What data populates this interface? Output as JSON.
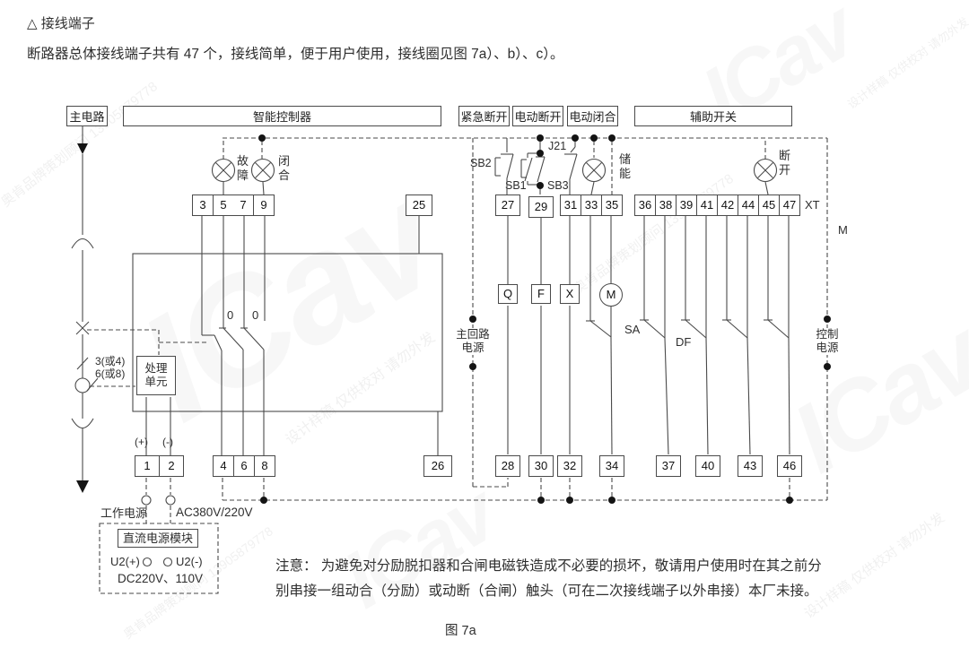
{
  "page": {
    "title": "△ 接线端子",
    "intro": "断路器总体接线端子共有 47 个，接线简单，便于用户使用，接线圈见图 7a）、b）、c）。",
    "note": "注意：  为避免对分励脱扣器和合闸电磁铁造成不必要的损坏，敬请用户使用时在其之前分\n别串接一组动合（分励）或动断（合闸）触头（可在二次接线端子以外串接）本厂未接。",
    "caption": "图 7a"
  },
  "headers": {
    "main_circuit": "主电路",
    "controller": "智能控制器",
    "emergency_open": "紧急断开",
    "electric_open": "电动断开",
    "electric_close": "电动闭合",
    "aux_switch": "辅助开关"
  },
  "labels": {
    "fault_lamp": "故\n障",
    "close_lamp": "闭\n合",
    "charge_lamp": "储\n能",
    "open_lamp": "断\n开",
    "sb2": "SB2",
    "sb1": "SB1",
    "sb3": "SB3",
    "j21": "J21",
    "q": "Q",
    "f": "F",
    "x": "X",
    "m": "M",
    "m_right": "M",
    "sa": "SA",
    "df": "DF",
    "zero1": "0",
    "zero2": "0",
    "main_loop_power": "主回路\n电源",
    "control_power": "控制\n电源",
    "processing_unit": "处理\n单元",
    "pole_count": "3(或4)\n6(或8)",
    "plus": "(+)",
    "minus": "(-)",
    "work_power": "工作电源",
    "ac_voltage": "AC380V/220V",
    "dc_module": "直流电源模块",
    "u2_plus": "U2(+)",
    "u2_minus": "U2(-)",
    "dc_voltage": "DC220V、110V",
    "xt": "XT"
  },
  "terminals": {
    "strip_3579": [
      "3",
      "5",
      "7",
      "9"
    ],
    "t25": "25",
    "t27": "27",
    "t29": "29",
    "strip_313335": [
      "31",
      "33",
      "35"
    ],
    "strip_xt": [
      "36",
      "38",
      "39",
      "41",
      "42",
      "44",
      "45",
      "47"
    ],
    "strip_12": [
      "1",
      "2"
    ],
    "strip_468": [
      "4",
      "6",
      "8"
    ],
    "t26": "26",
    "t28": "28",
    "t30": "30",
    "t32": "32",
    "t34": "34",
    "t37": "37",
    "t40": "40",
    "t43": "43",
    "t46": "46"
  },
  "watermarks": {
    "brand": "奥肯品牌策划顾问 13905879778",
    "notice": "设计样稿 仅供校对 请勿外发",
    "logo": "ICav"
  }
}
